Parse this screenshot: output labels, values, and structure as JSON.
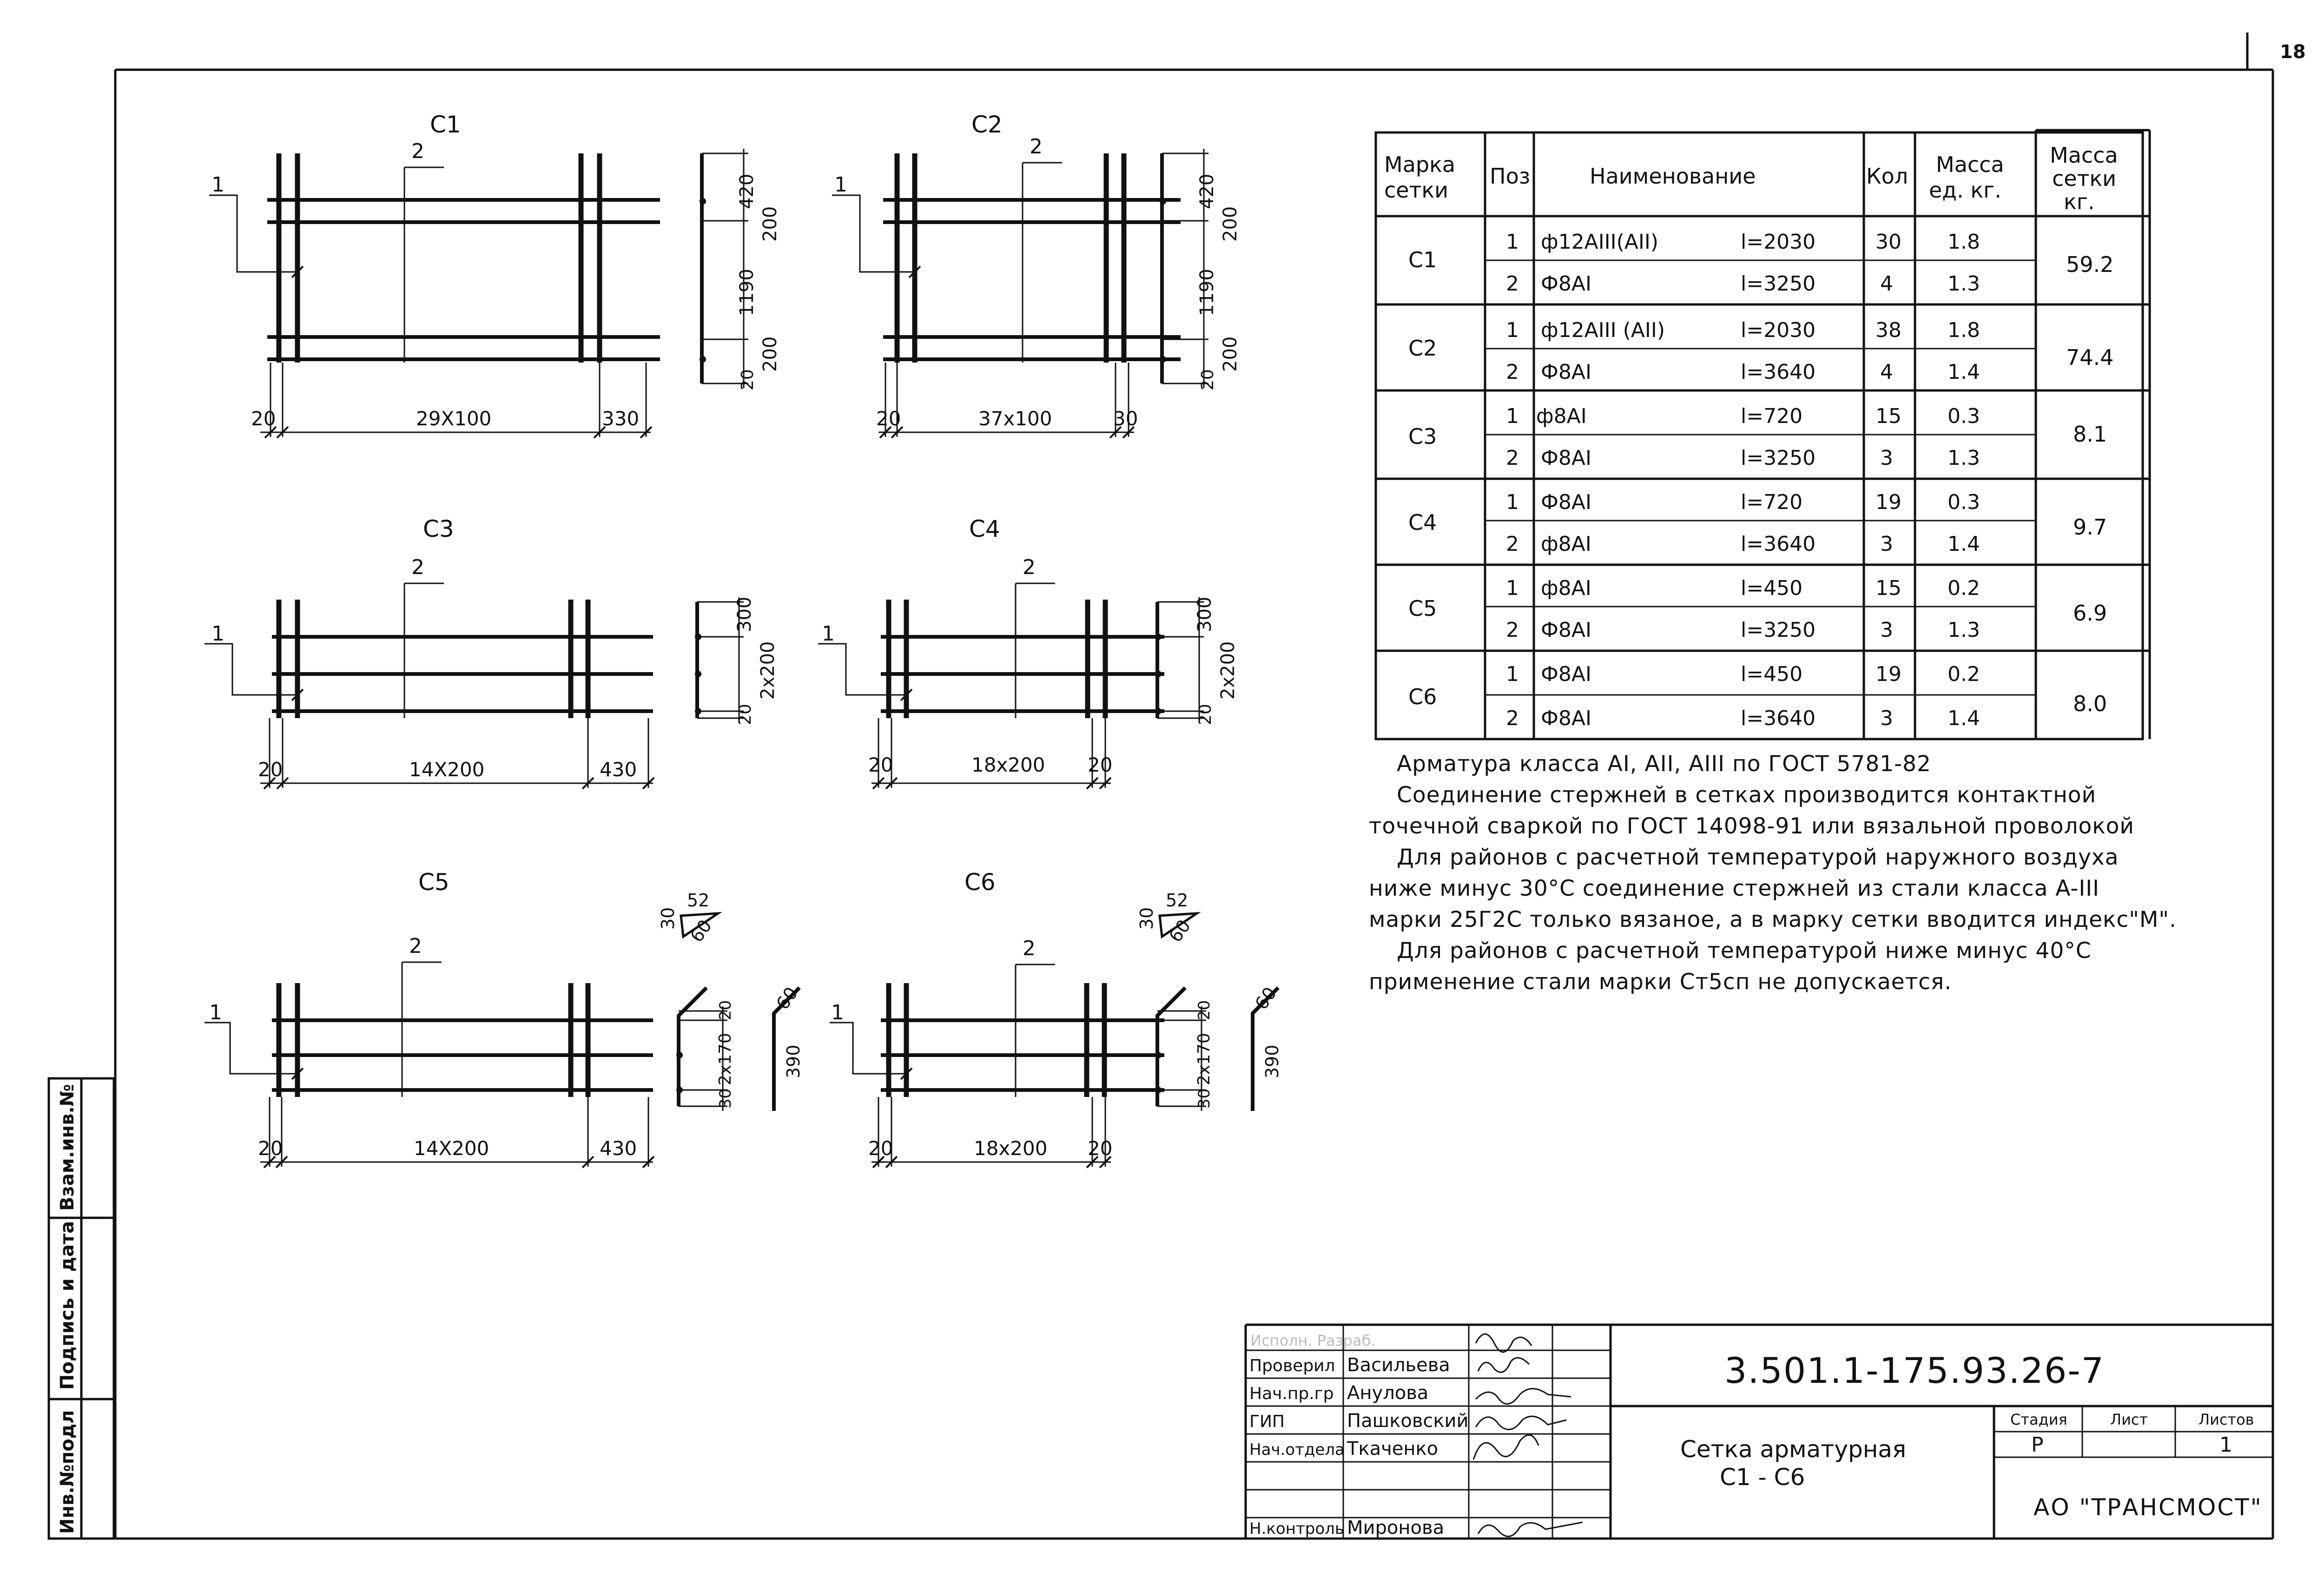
{
  "sheet_number": "18",
  "meshes": [
    {
      "id": "C1",
      "pos1": "1",
      "pos2": "2",
      "dim_left": "20",
      "dim_mid": "29X100",
      "dim_right": "330",
      "sec_dims": [
        "420",
        "200",
        "1190",
        "200",
        "20"
      ]
    },
    {
      "id": "C2",
      "pos1": "1",
      "pos2": "2",
      "dim_left": "20",
      "dim_mid": "37x100",
      "dim_right": "30",
      "sec_dims": [
        "420",
        "200",
        "1190",
        "200",
        "20"
      ]
    },
    {
      "id": "C3",
      "pos1": "1",
      "pos2": "2",
      "dim_left": "20",
      "dim_mid": "14X200",
      "dim_right": "430",
      "sec_dims": [
        "300",
        "2x200",
        "20"
      ]
    },
    {
      "id": "C4",
      "pos1": "1",
      "pos2": "2",
      "dim_left": "20",
      "dim_mid": "18x200",
      "dim_right": "20",
      "sec_dims": [
        "300",
        "2x200",
        "20"
      ]
    },
    {
      "id": "C5",
      "pos1": "1",
      "pos2": "2",
      "dim_left": "20",
      "dim_mid": "14X200",
      "dim_right": "430",
      "sec_dims": [
        "20",
        "2x170",
        "30"
      ],
      "bent": {
        "a": "30",
        "b": "52",
        "c": "60",
        "d": "60",
        "e": "390"
      }
    },
    {
      "id": "C6",
      "pos1": "1",
      "pos2": "2",
      "dim_left": "20",
      "dim_mid": "18x200",
      "dim_right": "20",
      "sec_dims": [
        "20",
        "2x170",
        "30"
      ],
      "bent": {
        "a": "30",
        "b": "52",
        "c": "60",
        "d": "60",
        "e": "390"
      }
    }
  ],
  "spec_table": {
    "headers": [
      "Марка сетки",
      "Поз",
      "Наименование",
      "Кол",
      "Масса ед. кг.",
      "Масса сетки кг."
    ],
    "groups": [
      {
        "mark": "C1",
        "mass": "59.2",
        "rows": [
          {
            "pos": "1",
            "name": "ф12AIII(AII)",
            "len": "l=2030",
            "qty": "30",
            "unit": "1.8"
          },
          {
            "pos": "2",
            "name": "Ф8AI",
            "len": "l=3250",
            "qty": "4",
            "unit": "1.3"
          }
        ]
      },
      {
        "mark": "C2",
        "mass": "74.4",
        "rows": [
          {
            "pos": "1",
            "name": "ф12AIII (AII)",
            "len": "l=2030",
            "qty": "38",
            "unit": "1.8"
          },
          {
            "pos": "2",
            "name": "Ф8AI",
            "len": "l=3640",
            "qty": "4",
            "unit": "1.4"
          }
        ]
      },
      {
        "mark": "C3",
        "mass": "8.1",
        "rows": [
          {
            "pos": "1",
            "name": "ф8AI",
            "len": "l=720",
            "qty": "15",
            "unit": "0.3"
          },
          {
            "pos": "2",
            "name": "Ф8AI",
            "len": "l=3250",
            "qty": "3",
            "unit": "1.3"
          }
        ]
      },
      {
        "mark": "C4",
        "mass": "9.7",
        "rows": [
          {
            "pos": "1",
            "name": "Ф8AI",
            "len": "l=720",
            "qty": "19",
            "unit": "0.3"
          },
          {
            "pos": "2",
            "name": "ф8AI",
            "len": "l=3640",
            "qty": "3",
            "unit": "1.4"
          }
        ]
      },
      {
        "mark": "C5",
        "mass": "6.9",
        "rows": [
          {
            "pos": "1",
            "name": "ф8AI",
            "len": "l=450",
            "qty": "15",
            "unit": "0.2"
          },
          {
            "pos": "2",
            "name": "Ф8AI",
            "len": "l=3250",
            "qty": "3",
            "unit": "1.3"
          }
        ]
      },
      {
        "mark": "C6",
        "mass": "8.0",
        "rows": [
          {
            "pos": "1",
            "name": "Ф8AI",
            "len": "l=450",
            "qty": "19",
            "unit": "0.2"
          },
          {
            "pos": "2",
            "name": "Ф8AI",
            "len": "l=3640",
            "qty": "3",
            "unit": "1.4"
          }
        ]
      }
    ]
  },
  "notes": [
    "Арматура класса AI, AII, AIII по ГОСТ 5781-82",
    "Соединение стержней в сетках производится контактной",
    "точечной сваркой по ГОСТ 14098-91 или вязальной проволокой",
    "Для районов с расчетной температурой наружного воздуха",
    "ниже минус 30°С соединение стержней из стали класса A-III",
    "марки 25Г2С только вязаное, а в марку сетки вводится индекс\"М\".",
    "Для районов с расчетной температурой ниже минус 40°С",
    "применение стали марки Ст5сп не допускается."
  ],
  "side_stamp": [
    "Инв.№подл",
    "Подпись и дата",
    "Взам.инв.№"
  ],
  "title_block": {
    "code": "3.501.1-175.93.26-7",
    "title_line1": "Сетка арматурная",
    "title_line2": "C1 - C6",
    "company": "АО \"ТРАНСМОСТ\"",
    "stage_headers": [
      "Стадия",
      "Лист",
      "Листов"
    ],
    "stage_values": [
      "Р",
      "",
      "1"
    ],
    "people": [
      {
        "role": "Проверил",
        "name": "Васильева"
      },
      {
        "role": "Нач.пр.гр",
        "name": "Анулова"
      },
      {
        "role": "ГИП",
        "name": "Пашковский"
      },
      {
        "role": "Нач.отдела",
        "name": "Ткаченко"
      },
      {
        "role": "",
        "name": ""
      },
      {
        "role": "Н.контроль",
        "name": "Миронова"
      }
    ]
  }
}
